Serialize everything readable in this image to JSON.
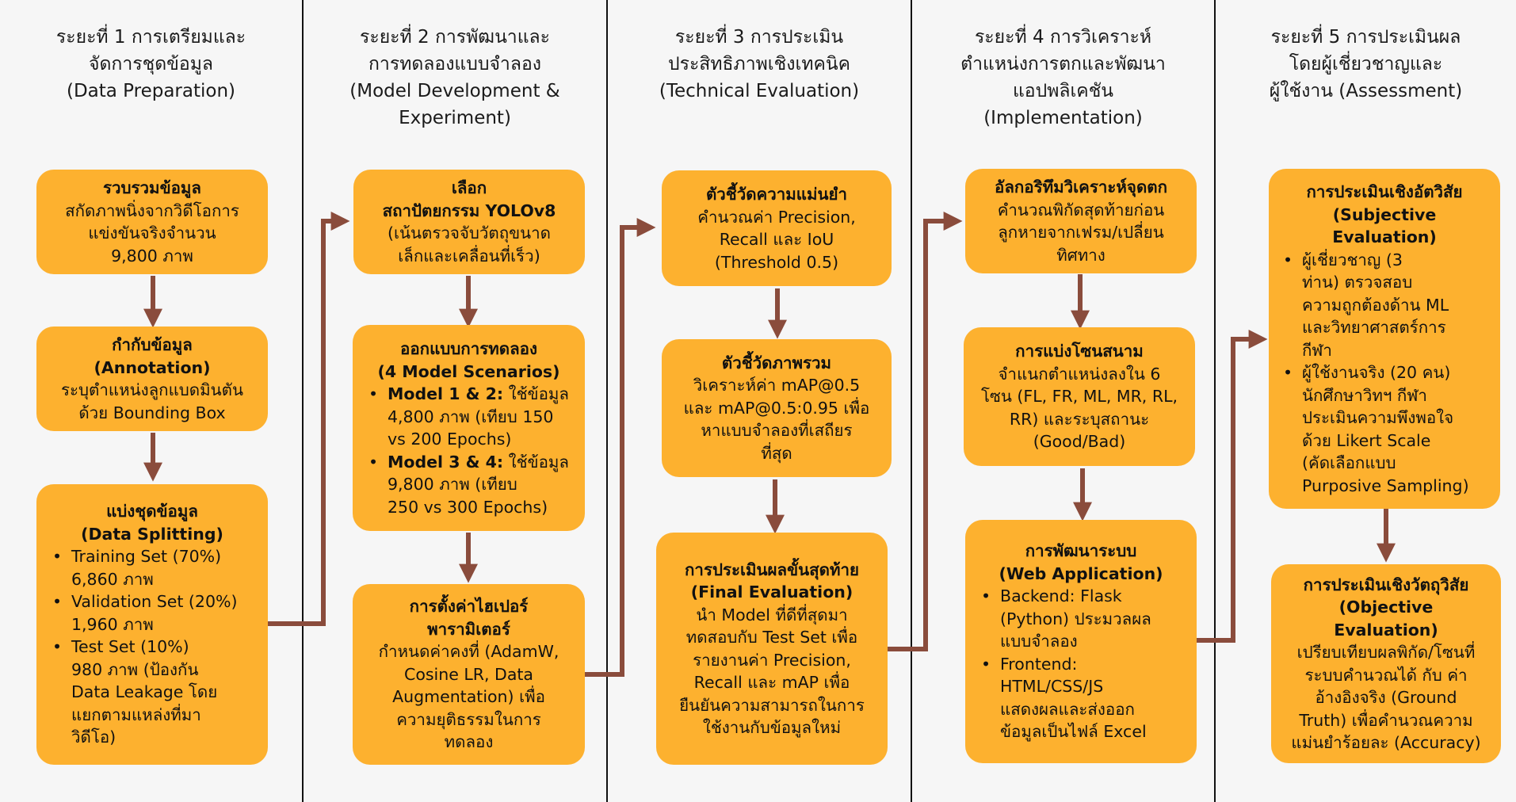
{
  "colors": {
    "box": "#fdb12f",
    "arrow": "#8a4c3c",
    "divider": "#111111",
    "background": "#f6f6f6"
  },
  "phases": [
    {
      "title": "ระยะที่ 1 การเตรียมและ\nจัดการชุดข้อมูล\n(Data Preparation)",
      "steps": [
        {
          "title": "รวบรวมข้อมูล",
          "desc": "สกัดภาพนิ่งจากวิดีโอการ\nแข่งขันจริงจำนวน\n9,800 ภาพ"
        },
        {
          "title": "กำกับข้อมูล\n(Annotation)",
          "desc": "ระบุตำแหน่งลูกแบดมินตัน\nด้วย Bounding Box"
        },
        {
          "title": "แบ่งชุดข้อมูล\n(Data Splitting)",
          "bullets": [
            {
              "bold": "",
              "text": "Training Set (70%)\n6,860 ภาพ"
            },
            {
              "bold": "",
              "text": "Validation Set (20%)\n1,960 ภาพ"
            },
            {
              "bold": "",
              "text": "Test Set (10%)\n980 ภาพ (ป้องกัน\nData Leakage โดย\nแยกตามแหล่งที่มา\nวิดีโอ)"
            }
          ]
        }
      ]
    },
    {
      "title": "ระยะที่ 2 การพัฒนาและ\nการทดลองแบบจำลอง\n(Model Development &\nExperiment)",
      "steps": [
        {
          "title": "เลือก\nสถาปัตยกรรม YOLOv8",
          "desc": "(เน้นตรวจจับวัตถุขนาด\nเล็กและเคลื่อนที่เร็ว)"
        },
        {
          "title": "ออกแบบการทดลอง\n(4 Model Scenarios)",
          "bullets": [
            {
              "bold": "Model 1 & 2:",
              "text": " ใช้ข้อมูล\n4,800 ภาพ (เทียบ 150\nvs 200 Epochs)"
            },
            {
              "bold": "Model 3 & 4:",
              "text": " ใช้ข้อมูล\n9,800 ภาพ (เทียบ\n250 vs 300 Epochs)"
            }
          ]
        },
        {
          "title": "การตั้งค่าไฮเปอร์\nพารามิเตอร์",
          "desc": "กำหนดค่าคงที่ (AdamW,\nCosine LR, Data\nAugmentation) เพื่อ\nความยุติธรรมในการ\nทดลอง"
        }
      ]
    },
    {
      "title": "ระยะที่ 3 การประเมิน\nประสิทธิภาพเชิงเทคนิค\n(Technical Evaluation)",
      "steps": [
        {
          "title": "ตัวชี้วัดความแม่นยำ",
          "desc": "คำนวณค่า Precision,\nRecall และ IoU\n(Threshold 0.5)"
        },
        {
          "title": "ตัวชี้วัดภาพรวม",
          "desc": "วิเคราะห์ค่า mAP@0.5\nและ mAP@0.5:0.95 เพื่อ\nหาแบบจำลองที่เสถียร\nที่สุด"
        },
        {
          "title": "การประเมินผลขั้นสุดท้าย\n(Final Evaluation)",
          "desc": "นำ Model ที่ดีที่สุดมา\nทดสอบกับ Test Set เพื่อ\nรายงานค่า Precision,\nRecall และ mAP เพื่อ\nยืนยันความสามารถในการ\nใช้งานกับข้อมูลใหม่"
        }
      ]
    },
    {
      "title": "ระยะที่ 4 การวิเคราะห์\nตำแหน่งการตกและพัฒนา\nแอปพลิเคชัน\n(Implementation)",
      "steps": [
        {
          "title": "อัลกอริทึมวิเคราะห์จุดตก",
          "desc": "คำนวณพิกัดสุดท้ายก่อน\nลูกหายจากเฟรม/เปลี่ยน\nทิศทาง"
        },
        {
          "title": "การแบ่งโซนสนาม",
          "desc": "จำแนกตำแหน่งลงใน 6\nโซน (FL, FR, ML, MR, RL,\nRR) และระบุสถานะ\n(Good/Bad)"
        },
        {
          "title": "การพัฒนาระบบ\n(Web Application)",
          "bullets": [
            {
              "bold": "",
              "text": "Backend: Flask\n(Python) ประมวลผล\nแบบจำลอง"
            },
            {
              "bold": "",
              "text": "Frontend:\nHTML/CSS/JS\nแสดงผลและส่งออก\nข้อมูลเป็นไฟล์ Excel"
            }
          ]
        }
      ]
    },
    {
      "title": "ระยะที่ 5 การประเมินผล\nโดยผู้เชี่ยวชาญและ\nผู้ใช้งาน (Assessment)",
      "steps": [
        {
          "title": "การประเมินเชิงอัตวิสัย\n(Subjective\nEvaluation)",
          "bullets": [
            {
              "bold": "",
              "text": "ผู้เชี่ยวชาญ (3\nท่าน) ตรวจสอบ\nความถูกต้องด้าน ML\nและวิทยาศาสตร์การ\nกีฬา"
            },
            {
              "bold": "",
              "text": "ผู้ใช้งานจริง (20 คน)\nนักศึกษาวิทฯ กีฬา\nประเมินความพึงพอใจ\nด้วย Likert Scale\n(คัดเลือกแบบ\nPurposive Sampling)"
            }
          ]
        },
        {
          "title": "การประเมินเชิงวัตถุวิสัย\n(Objective\nEvaluation)",
          "desc": "เปรียบเทียบผลพิกัด/โซนที่\nระบบคำนวณได้ กับ ค่า\nอ้างอิงจริง (Ground\nTruth) เพื่อคำนวณความ\nแม่นยำร้อยละ (Accuracy)"
        }
      ]
    }
  ]
}
